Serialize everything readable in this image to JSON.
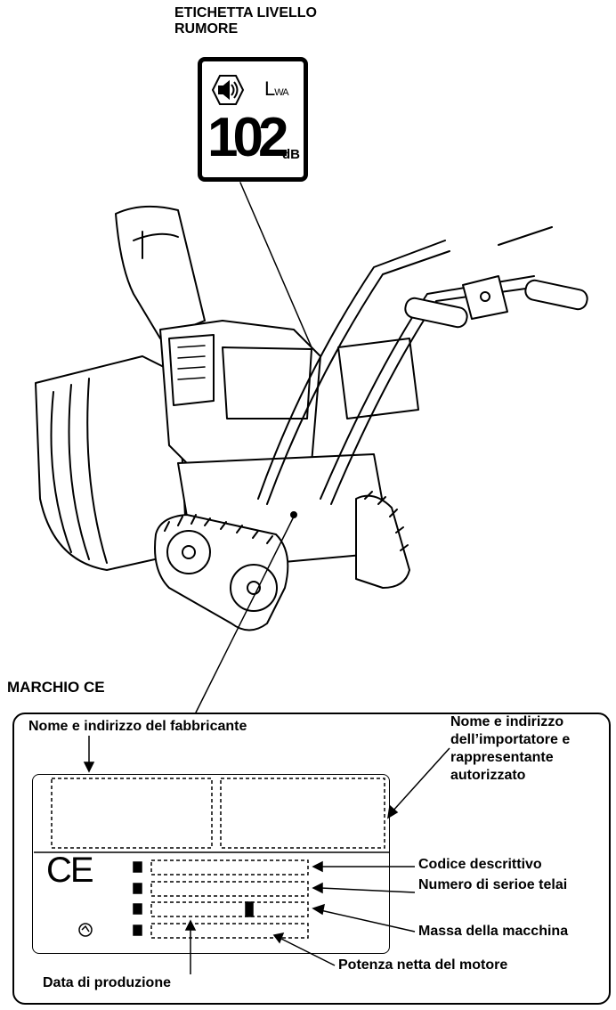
{
  "noise_label": {
    "title": "ETICHETTA LIVELLO RUMORE",
    "symbol": "LWA",
    "lwa_main": "L",
    "lwa_sub": "WA",
    "value": "102",
    "unit": "dB",
    "icon": "sound-power-icon"
  },
  "ce_mark": {
    "title": "MARCHIO CE",
    "ce_symbol": "CE",
    "callouts": {
      "manufacturer": "Nome e indirizzo del fabbricante",
      "importer": "Nome e indirizzo dell’importatore e rappresentante autorizzato",
      "description_code": "Codice descrittivo",
      "serial_number": "Numero di serioe telai",
      "machine_mass": "Massa della macchina",
      "engine_power": "Potenza netta del motore",
      "production_date": "Data di produzione"
    }
  },
  "illustration": {
    "subject": "snow-blower-icon"
  },
  "colors": {
    "ink": "#000000",
    "paper": "#ffffff"
  }
}
